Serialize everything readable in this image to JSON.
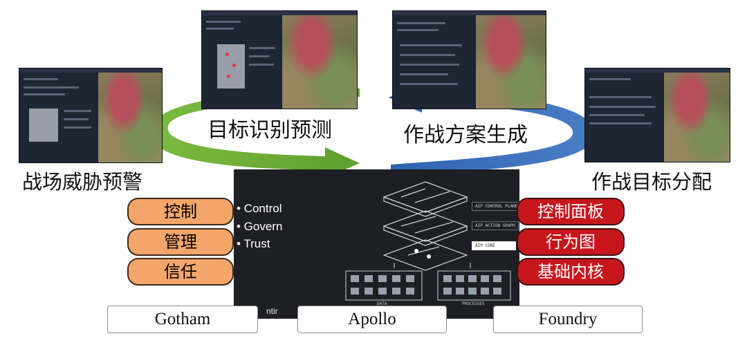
{
  "captions": {
    "left": "战场威胁预警",
    "right": "作战目标分配",
    "arrow_green": "目标识别预测",
    "arrow_blue": "作战方案生成"
  },
  "center": {
    "bullets": [
      "• Control",
      "• Govern",
      "• Trust"
    ],
    "layer_labels": [
      "AIP CONTROL PLANE",
      "AIP ACTION GRAPH",
      "AIP CORE"
    ],
    "bottom_labels": [
      "DATA",
      "PROCESSES"
    ],
    "logo_fragment": "ntir"
  },
  "left_pills": [
    "控制",
    "管理",
    "信任"
  ],
  "right_pills": [
    "控制面板",
    "行为图",
    "基础内核"
  ],
  "products": [
    "Gotham",
    "Apollo",
    "Foundry"
  ],
  "colors": {
    "orange_pill": "#f4a66a",
    "red_pill": "#c6161c",
    "green_arrow": "#6fae37",
    "blue_arrow": "#3a6db8",
    "panel_dark": "#1e1f24"
  }
}
